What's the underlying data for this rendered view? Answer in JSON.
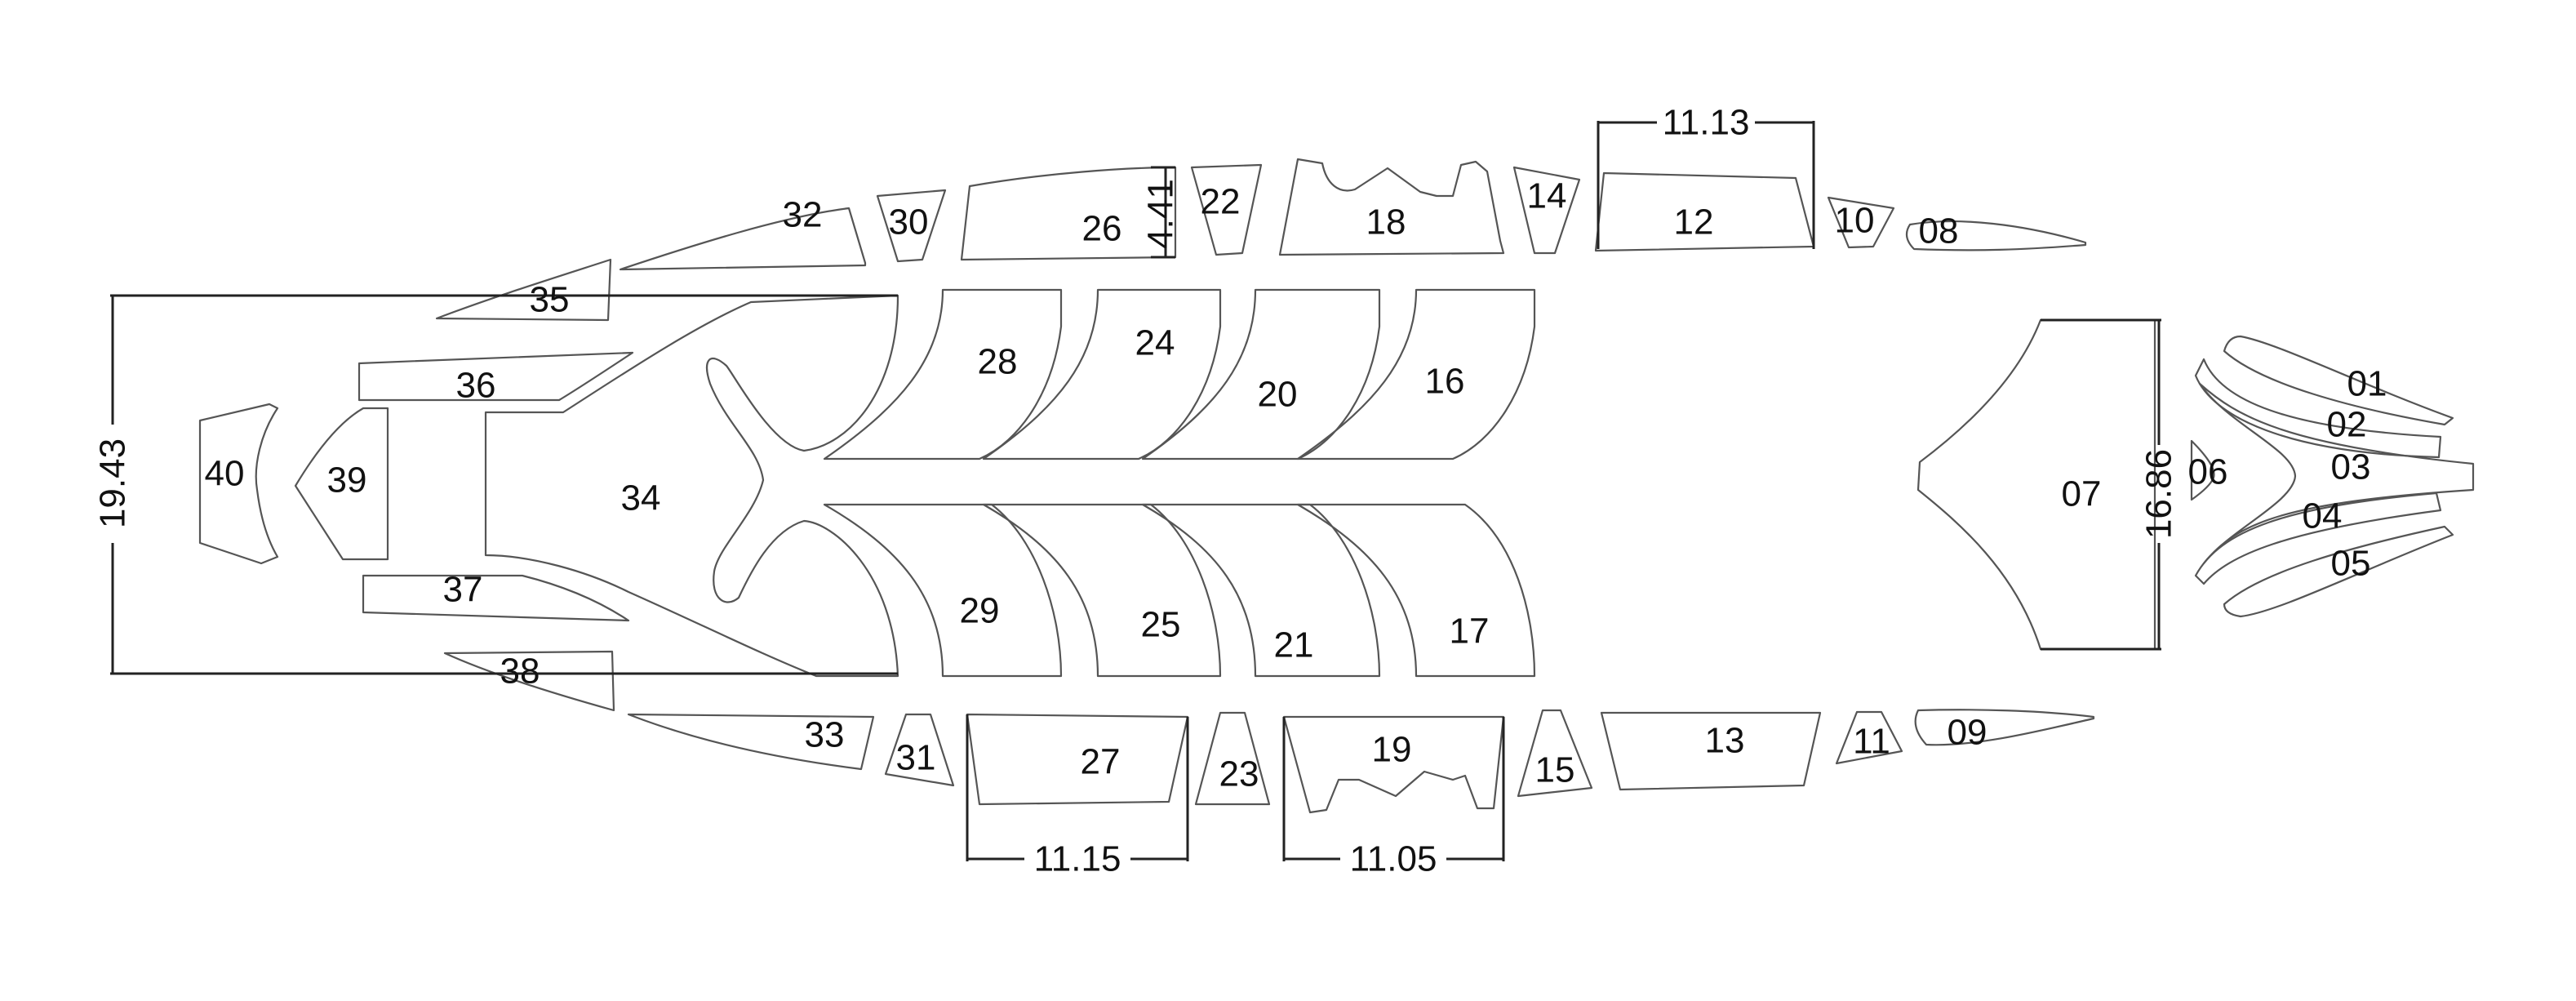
{
  "parts": [
    "01",
    "02",
    "03",
    "04",
    "05",
    "06",
    "07",
    "08",
    "09",
    "10",
    "11",
    "12",
    "13",
    "14",
    "15",
    "16",
    "17",
    "18",
    "19",
    "20",
    "21",
    "22",
    "23",
    "24",
    "25",
    "26",
    "27",
    "28",
    "29",
    "30",
    "31",
    "32",
    "33",
    "34",
    "35",
    "36",
    "37",
    "38",
    "39",
    "40"
  ],
  "dimensions": {
    "width_top": "11.13",
    "height_right": "16.86",
    "height_left": "19.43",
    "small_height": "4.41",
    "width_bottom_left": "11.15",
    "width_bottom_right": "11.05"
  }
}
